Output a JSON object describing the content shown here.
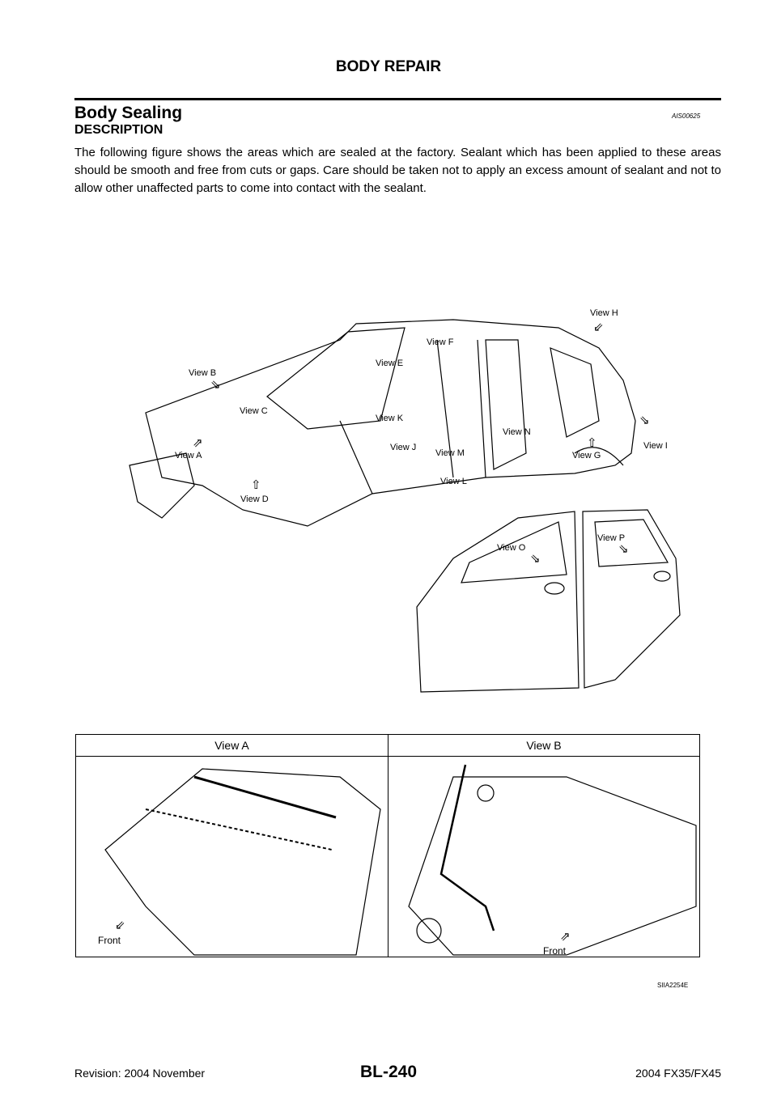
{
  "header": {
    "section": "BODY REPAIR"
  },
  "title": "Body Sealing",
  "code": "AIS00625",
  "subheading": "DESCRIPTION",
  "paragraph": "The following figure shows the areas which are sealed at the factory. Sealant which has been applied to these areas should be smooth and free from cuts or gaps. Care should be taken not to apply an excess amount of sealant and not to allow other unaffected parts to come into contact with the sealant.",
  "figure": {
    "views": [
      "View H",
      "View F",
      "View E",
      "View B",
      "View C",
      "View K",
      "View N",
      "View J",
      "View M",
      "View A",
      "View G",
      "View I",
      "View L",
      "View D",
      "View O",
      "View P"
    ],
    "table": {
      "headers": [
        "View A",
        "View B"
      ],
      "front_labels": [
        "Front",
        "Front"
      ]
    },
    "code": "SIIA2254E"
  },
  "footer": {
    "revision": "Revision: 2004 November",
    "page": "BL-240",
    "model": "2004 FX35/FX45"
  }
}
